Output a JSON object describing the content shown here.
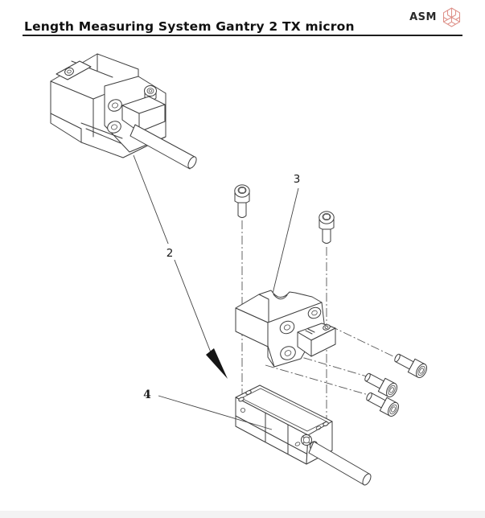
{
  "header": {
    "title": "Length Measuring System Gantry 2 TX micron",
    "logo_text": "ASM",
    "logo_icon": "asm-cube-icon",
    "logo_accent_color": "#de9189"
  },
  "diagram": {
    "type": "exploded-assembly-drawing",
    "callouts": [
      {
        "label": "2"
      },
      {
        "label": "3"
      },
      {
        "label": "4"
      }
    ]
  },
  "colors": {
    "line": "#3d3d3d",
    "centerline": "#555555",
    "footer_band": "#f3f3f3"
  }
}
